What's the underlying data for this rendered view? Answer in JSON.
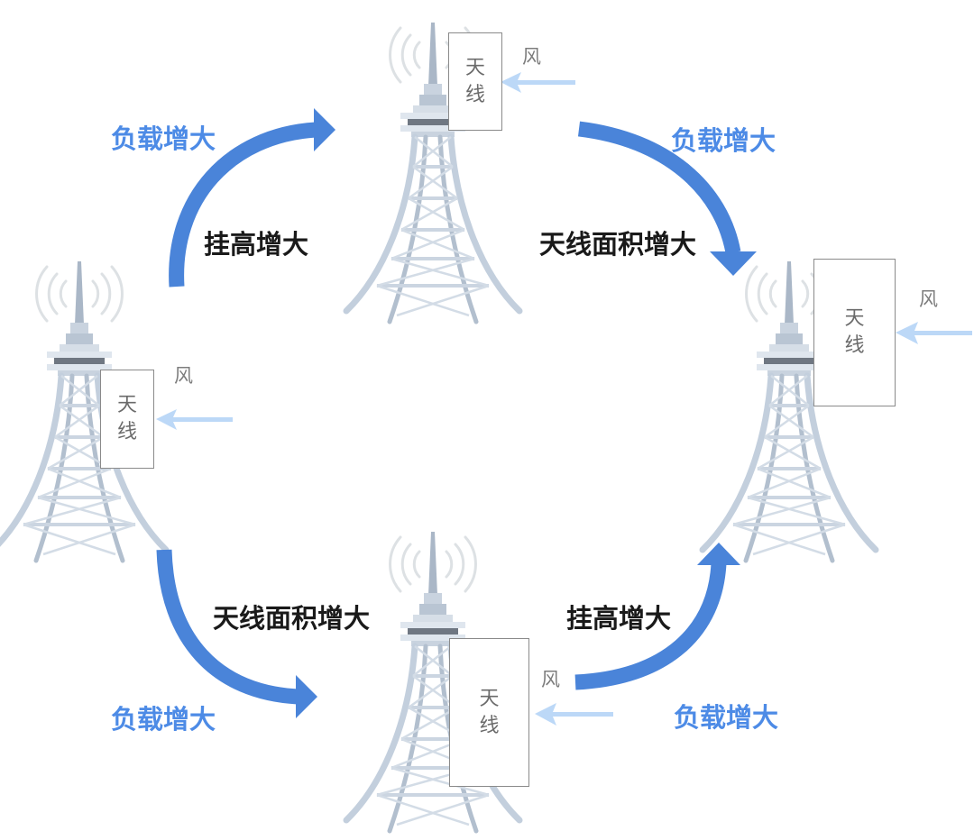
{
  "labels": {
    "load_increase": "负载增大",
    "height_increase": "挂高增大",
    "area_increase": "天线面积增大",
    "wind": "风",
    "antenna_line1": "天",
    "antenna_line2": "线"
  },
  "colors": {
    "arrow_blue": "#4a84d9",
    "load_text": "#4d8be6",
    "wind_arrow": "#bcd8f7",
    "tower_steel": "#c3cfdd"
  },
  "icons": [
    "tower-icon",
    "signal-waves-icon",
    "cycle-arrow-icon",
    "wind-arrow-icon"
  ]
}
